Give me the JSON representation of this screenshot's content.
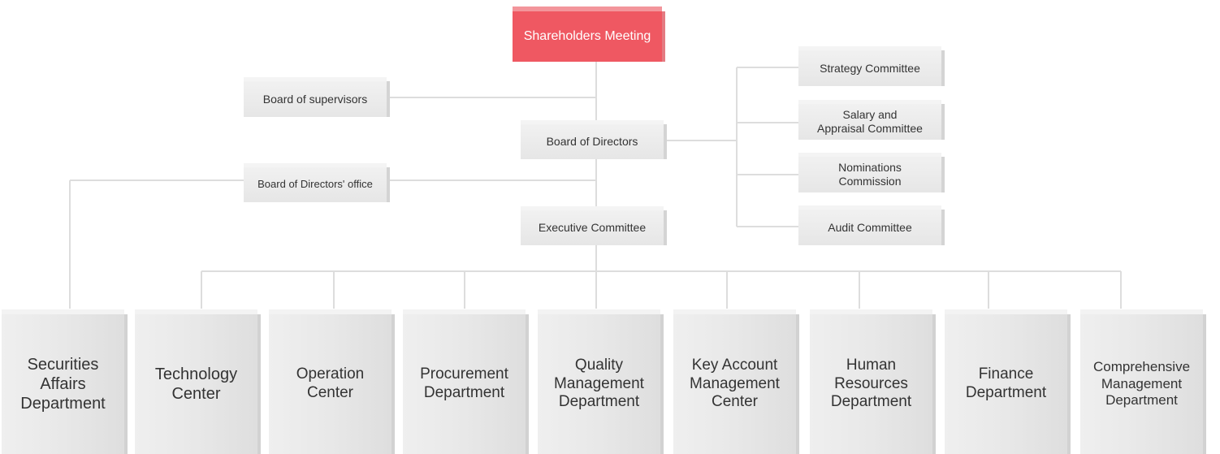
{
  "top": {
    "label": "Shareholders Meeting"
  },
  "board_of_supervisors": {
    "label": "Board of supervisors"
  },
  "board_of_directors": {
    "label": "Board of Directors"
  },
  "board_office": {
    "label": "Board of Directors' office"
  },
  "executive_committee": {
    "label": "Executive Committee"
  },
  "committees": [
    {
      "label": "Strategy Committee"
    },
    {
      "label": "Salary and\nAppraisal  Committee"
    },
    {
      "label": "Nominations\nCommission"
    },
    {
      "label": "Audit Committee"
    }
  ],
  "departments": [
    {
      "label": "Securities\nAffairs\nDepartment"
    },
    {
      "label": "Technology\nCenter"
    },
    {
      "label": "Operation\nCenter"
    },
    {
      "label": "Procurement\nDepartment"
    },
    {
      "label": "Quality\nManagement\nDepartment"
    },
    {
      "label": "Key Account\nManagement\nCenter"
    },
    {
      "label": "Human\nResources\nDepartment"
    },
    {
      "label": "Finance\nDepartment"
    },
    {
      "label": "Comprehensive\nManagement\nDepartment"
    }
  ],
  "colors": {
    "accent": "#ef5862",
    "box_fill": "#e9e9e9",
    "connector": "#dddddd"
  }
}
